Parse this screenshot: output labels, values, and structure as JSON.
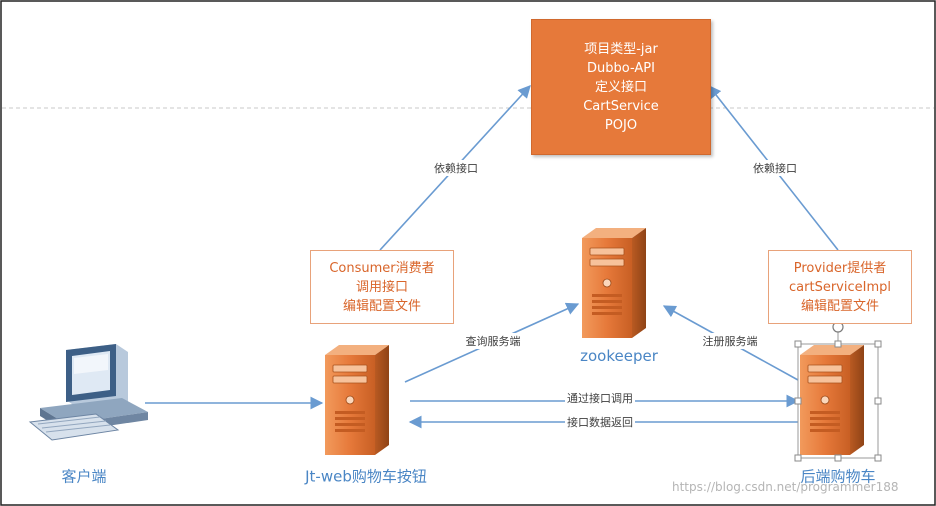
{
  "api_box": {
    "lines": [
      "项目类型-jar",
      "Dubbo-API",
      "定义接口",
      "CartService",
      "POJO"
    ]
  },
  "consumer_box": {
    "lines": [
      "Consumer消费者",
      "调用接口",
      "编辑配置文件"
    ]
  },
  "provider_box": {
    "lines": [
      "Provider提供者",
      "cartServiceImpl",
      "编辑配置文件"
    ]
  },
  "nodes": {
    "client": "客户端",
    "jt_web": "Jt-web购物车按钮",
    "zookeeper": "zookeeper",
    "backend": "后端购物车"
  },
  "edges": {
    "consumer_depends": "依赖接口",
    "provider_depends": "依赖接口",
    "query_service": "查询服务端",
    "register_service": "注册服务端",
    "call_via_interface": "通过接口调用",
    "data_return": "接口数据返回"
  },
  "watermark": "https://blog.csdn.net/programmer188",
  "colors": {
    "server_orange": "#e6793a",
    "arrow_blue": "#6a9bd1",
    "label_blue": "#4a86c5",
    "note_text": "#d9652a"
  },
  "icons": [
    "desktop-computer-icon",
    "server-icon"
  ]
}
